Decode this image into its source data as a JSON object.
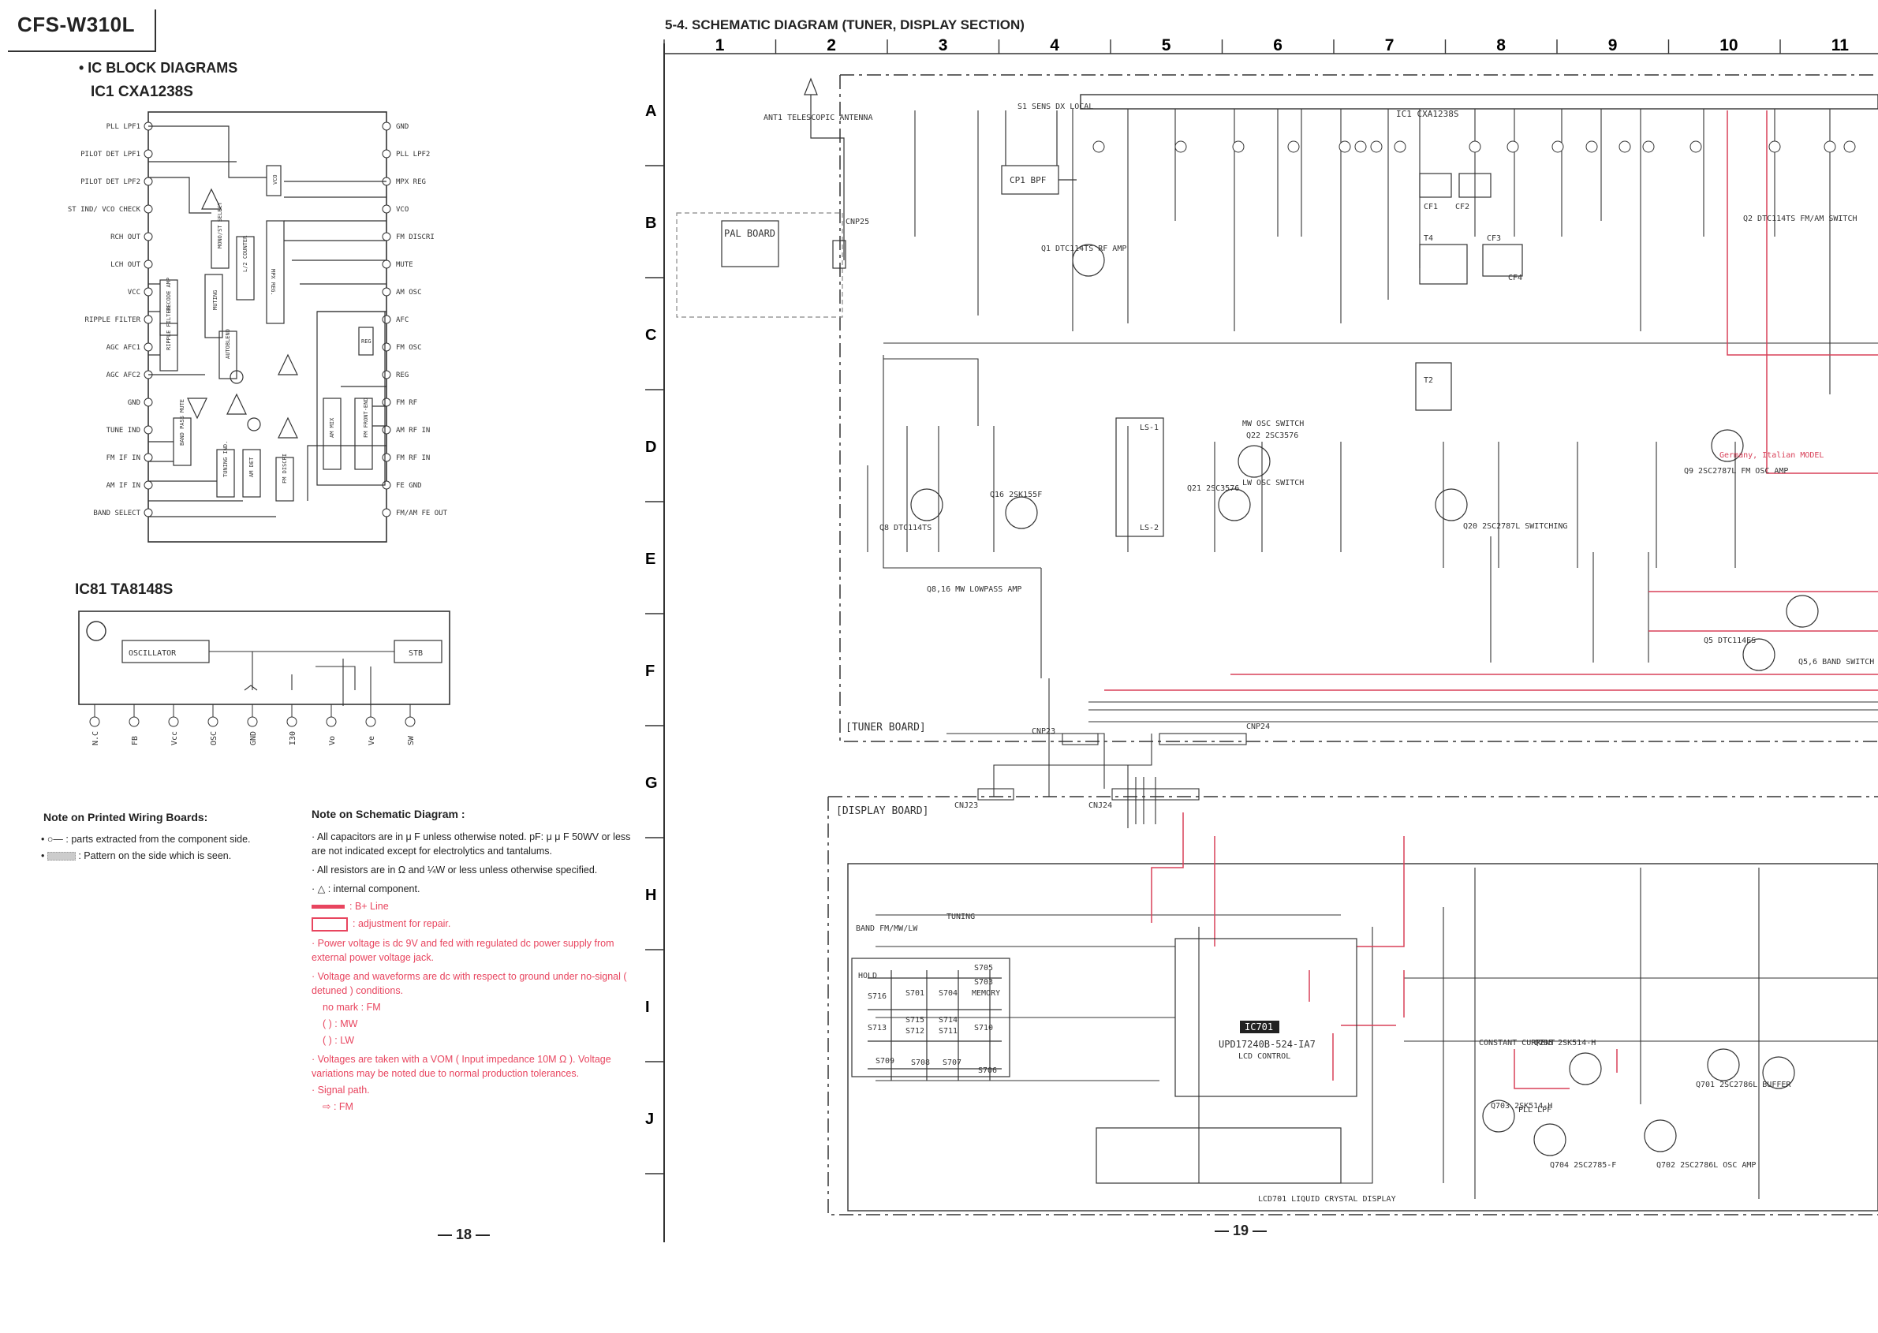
{
  "header": {
    "model": "CFS-W310L",
    "block_title": "• IC BLOCK DIAGRAMS",
    "schematic_title": "5-4. SCHEMATIC DIAGRAM (TUNER, DISPLAY SECTION)"
  },
  "ic1": {
    "title": "IC1  CXA1238S",
    "left_pins": [
      "PLL LPF1",
      "PILOT DET LPF1",
      "PILOT DET LPF2",
      "ST IND/ VCO CHECK",
      "RCH OUT",
      "LCH OUT",
      "VCC",
      "RIPPLE FILTER",
      "AGC AFC1",
      "AGC AFC2",
      "GND",
      "TUNE IND",
      "FM IF IN",
      "AM IF IN",
      "BAND SELECT"
    ],
    "right_pins": [
      "GND",
      "PLL LPF2",
      "MPX REG",
      "VCO",
      "FM DISCRI",
      "MUTE",
      "AM OSC",
      "AFC",
      "FM OSC",
      "REG",
      "FM RF",
      "AM RF IN",
      "FM RF IN",
      "FE GND",
      "FM/AM FE OUT"
    ],
    "blocks": [
      "VCO",
      "MPX REG",
      "DECODE AMP",
      "MUTING",
      "L/2 COUNTER",
      "MONO/ST SELECT",
      "RIPPLE FILTER",
      "AUTOBLEND",
      "BAND PASS MUTE",
      "TUNING INDICATOR",
      "AM DET",
      "FM DISCRI",
      "REG",
      "AM MIX",
      "FM FRONT-END"
    ]
  },
  "ic81": {
    "title": "IC81  TA8148S",
    "blocks": [
      "OSCILLATOR",
      "STB"
    ],
    "pins": [
      "N.C",
      "FB",
      "Vcc",
      "OSC",
      "GND",
      "I30",
      "Vo",
      "Ve",
      "SW"
    ]
  },
  "notes_pwb": {
    "heading": "Note on Printed Wiring Boards:",
    "items": [
      ": parts extracted from the component side.",
      ": Pattern on the side which is seen."
    ]
  },
  "notes_schematic": {
    "heading": "Note on Schematic Diagram :",
    "items": [
      "· All capacitors are in μ F unless otherwise noted. pF: μ μ F 50WV or less are not indicated except for electrolytics and tantalums.",
      "· All resistors are in Ω and ¼W or less unless otherwise specified.",
      "· △ : internal component.",
      ": B+ Line",
      ": adjustment for repair.",
      "· Power voltage is dc 9V and fed with regulated dc power supply from external power voltage jack.",
      "· Voltage and waveforms are dc with respect to ground under no-signal ( detuned ) conditions.",
      "no mark : FM",
      "(        ) : MW",
      "(        ) : LW",
      "· Voltages are taken with a VOM ( Input impedance 10M Ω ). Voltage variations may be noted due to normal production tolerances.",
      "· Signal path.",
      ": FM"
    ]
  },
  "schematic": {
    "columns": [
      "1",
      "2",
      "3",
      "4",
      "5",
      "6",
      "7",
      "8",
      "9",
      "10",
      "11"
    ],
    "rows": [
      "A",
      "B",
      "C",
      "D",
      "E",
      "F",
      "G",
      "H",
      "I",
      "J"
    ],
    "labels": {
      "tuner_board": "[TUNER BOARD]",
      "display_board": "[DISPLAY BOARD]",
      "pal_board": "PAL BOARD",
      "ic1": "IC1 CXA1238S",
      "ic701": "IC701",
      "ic701_part": "UPD17240B-524-IA7",
      "ic701_func": "LCD CONTROL",
      "lcd": "LCD701 LIQUID CRYSTAL DISPLAY",
      "antenna": "ANT1 TELESCOPIC ANTENNA",
      "cp1": "CP1 BPF",
      "cnp23": "CNP23",
      "cnp24": "CNP24",
      "cnp25": "CNP25",
      "cnj23": "CNJ23",
      "cnj24": "CNJ24",
      "q1": "Q1 DTC114TS RF AMP",
      "q8": "Q8 DTC114TS",
      "q16": "Q16 2SK155F",
      "q21": "Q21 2SC3576",
      "q22": "Q22 2SC3576",
      "q20": "Q20 2SC2787L SWITCHING",
      "q9": "Q9 2SC2787L FM OSC AMP",
      "q5": "Q5 DTC114ES",
      "q2": "Q2 DTC114TS FM/AM SWITCH",
      "q703": "Q703 2SK514-H",
      "q704": "Q704 2SC2785-F",
      "q705": "Q705 2SK514-H",
      "q701": "Q701 2SC2786L BUFFER",
      "q702": "Q702 2SC2786L OSC AMP",
      "t2": "T2",
      "t4": "T4",
      "cf1": "CF1",
      "cf2": "CF2",
      "cf3": "CF3",
      "cf4": "CF4",
      "ls1": "LS-1",
      "ls2": "LS-2",
      "switches": [
        "S701",
        "S704",
        "S705",
        "S716",
        "S715",
        "S714",
        "S703",
        "S713",
        "S712",
        "S711",
        "S710",
        "S709",
        "S708",
        "S707",
        "S706"
      ],
      "band": "BAND FM/MW/LW",
      "tuning": "TUNING",
      "memory": "MEMORY",
      "hold": "HOLD",
      "mw_lowpass": "Q8,16 MW LOWPASS AMP",
      "lw_osc": "LW OSC SWITCH",
      "mw_osc": "MW OSC SWITCH",
      "constant_current": "CONSTANT CURRENT",
      "pll_lpf": "PLL LPF",
      "band_switch": "Q5,6 BAND SWITCH",
      "germany": "Germany, Italian MODEL",
      "s1": "S1 SENS DX LOCAL"
    }
  },
  "page_numbers": {
    "left": "— 18 —",
    "right": "— 19 —"
  }
}
